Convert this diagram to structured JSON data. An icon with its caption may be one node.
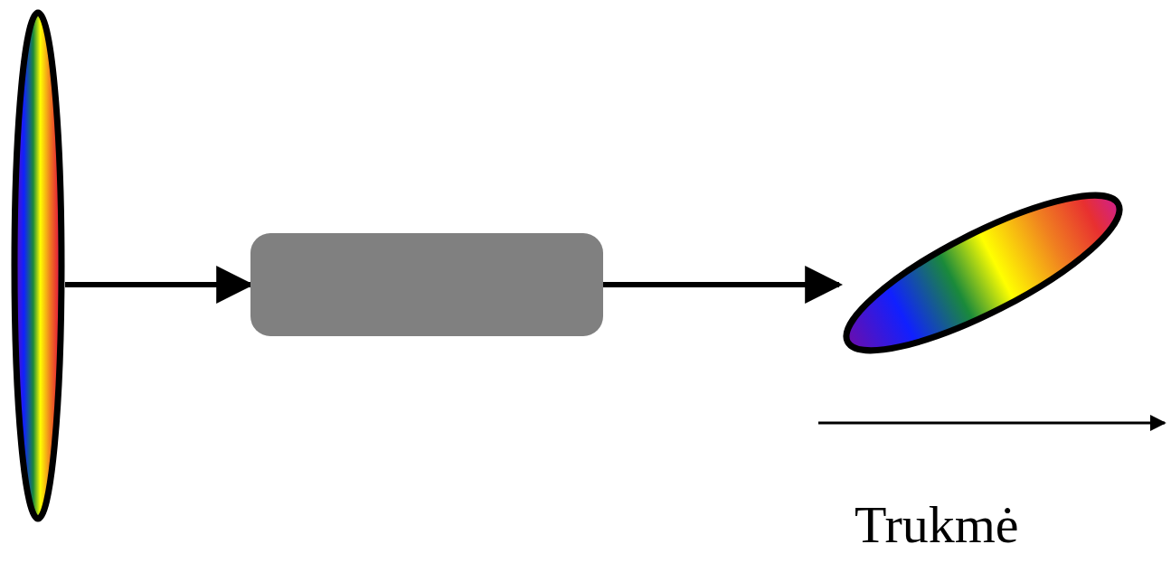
{
  "diagram": {
    "nodes": [
      {
        "text": [],
        "shape": "ellipse"
      },
      {
        "text": [],
        "shape": "box"
      },
      {
        "text": [],
        "shape": "ellipse"
      }
    ],
    "edges": [
      {
        "from": 0,
        "to": 1,
        "arrow": "to"
      },
      {
        "from": 1,
        "to": 2,
        "arrow": "to"
      }
    ],
    "labels": [
      "Trukmė"
    ]
  }
}
